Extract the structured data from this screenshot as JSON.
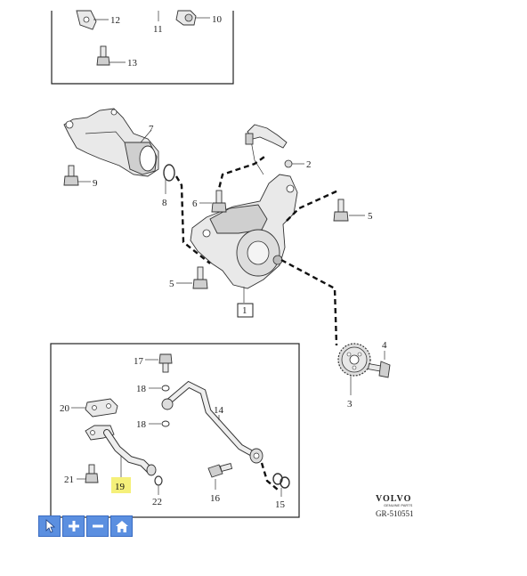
{
  "diagram": {
    "labels": {
      "p1": "1",
      "p2": "2",
      "p3": "3",
      "p4": "4",
      "p5a": "5",
      "p5b": "5",
      "p6": "6",
      "p7": "7",
      "p8": "8",
      "p9": "9",
      "p10": "10",
      "p11": "11",
      "p12": "12",
      "p13": "13",
      "p14": "14",
      "p15": "15",
      "p16": "16",
      "p17": "17",
      "p18a": "18",
      "p18b": "18",
      "p19": "19",
      "p20": "20",
      "p21": "21",
      "p22": "22"
    },
    "highlighted_part": "19",
    "highlight_color": "#f5f07a"
  },
  "branding": {
    "logo_text": "VOLVO",
    "logo_subtext": "GENUINE PARTS",
    "reference": "GR-510551"
  },
  "toolbar": {
    "buttons": [
      {
        "icon": "cursor-icon"
      },
      {
        "icon": "zoom-in-icon"
      },
      {
        "icon": "zoom-out-icon"
      },
      {
        "icon": "home-icon"
      }
    ],
    "color": "#5b8fe0"
  }
}
